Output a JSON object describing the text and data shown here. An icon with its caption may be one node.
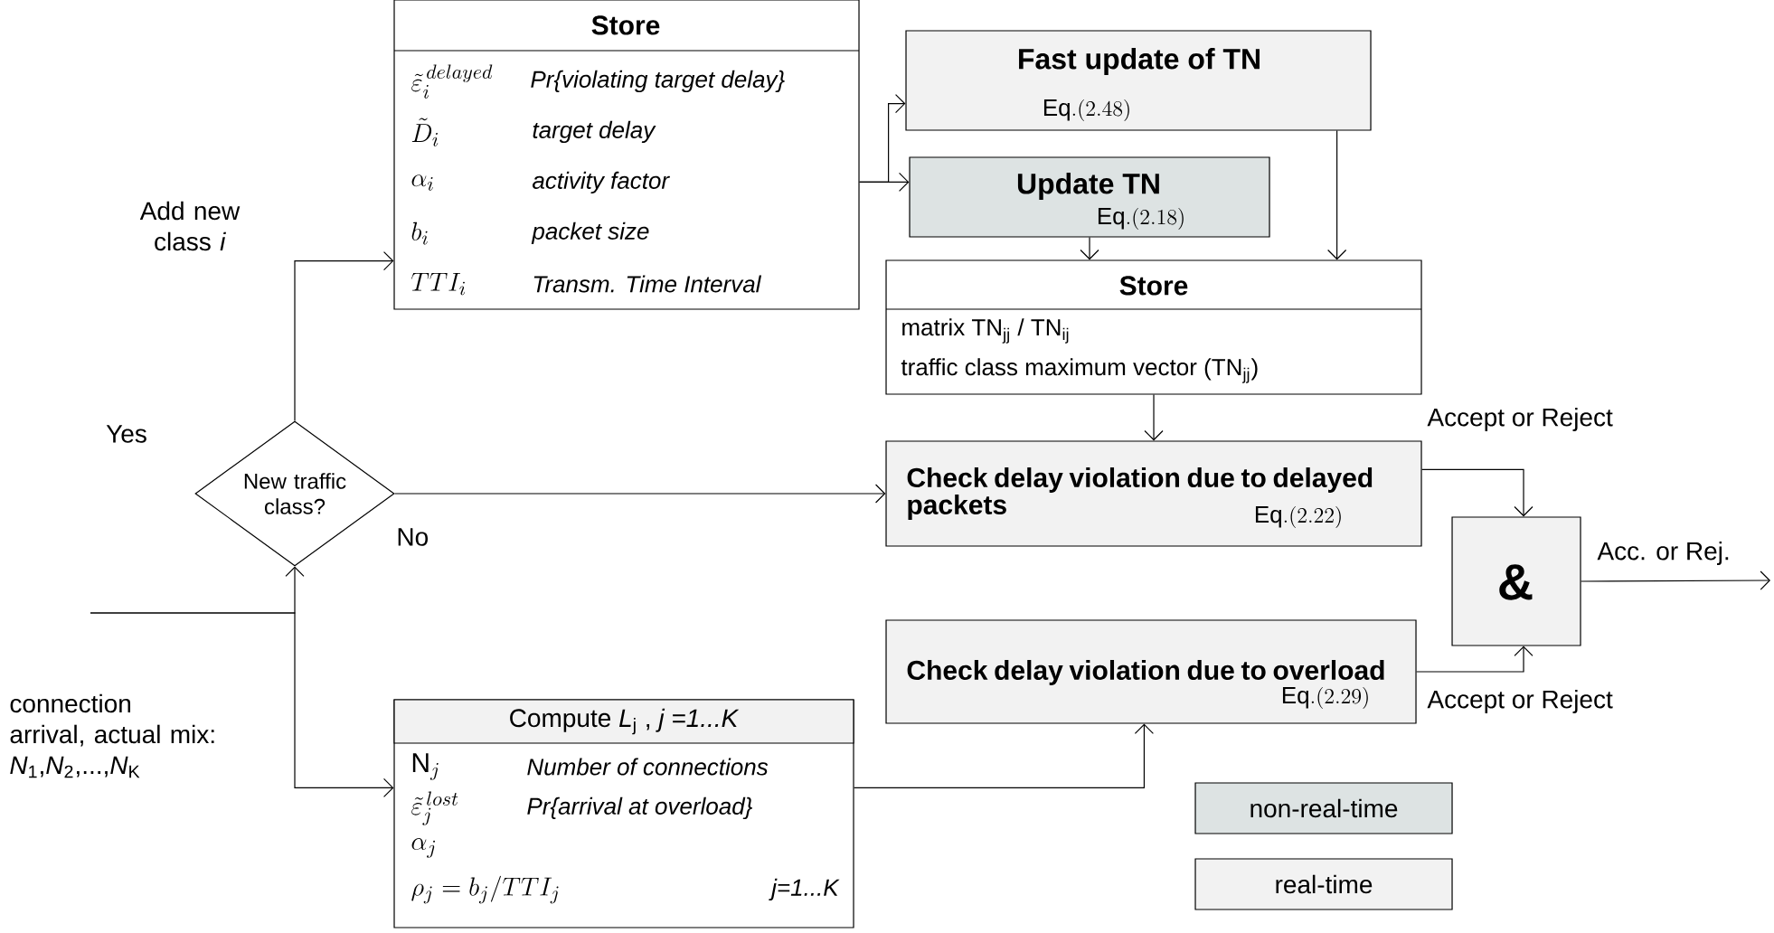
{
  "diagram": {
    "nodes": [
      {
        "text": [
          "Store",
          "\\tilde{\\varepsilon}_i^{\\,delayed}",
          "Pr{violating target delay}",
          "\\tilde{D}_i",
          "target delay",
          "\\alpha_i",
          "activity factor",
          "b_i",
          "packet size",
          "TTI_i",
          "Transm. Time Interval"
        ]
      },
      {
        "text": [
          "Fast update of TN",
          "\\mathrm{Eq.}(2.48)"
        ]
      },
      {
        "text": [
          "Update TN",
          "\\mathrm{Eq.}(2.18)"
        ]
      },
      {
        "text": [
          "Store",
          "matrix TN$_{jj}$ / TN$_{ij}$",
          "traffic class maximum vector (TN$_{jj}$)"
        ]
      },
      {
        "text": [
          "Check delay violation due to delayed packets",
          "\\mathrm{Eq.}(2.22)"
        ]
      },
      {
        "text": [
          "&"
        ]
      },
      {
        "text": [
          "Check delay violation due to overload",
          "\\mathrm{Eq.}(2.29)"
        ]
      },
      {
        "text": [
          "New traffic class?"
        ]
      },
      {
        "text": [
          "Compute *L*$_{j}$ , *j =1...K*",
          "\\mathrm{N}_j",
          "Number of connections",
          "\\tilde{\\varepsilon}_j^{\\,lost}",
          "Pr{arrival at overload}",
          "\\alpha_j",
          "\\rho_j = b_j / TTI_j",
          "j=1...K"
        ]
      }
    ],
    "edges": [
      {
        "from": null,
        "to": 7,
        "arrow": "to"
      },
      {
        "from": null,
        "to": 8,
        "arrow": "to"
      },
      {
        "from": 7,
        "to": 0,
        "arrow": "to",
        "label": "Add new class *i*"
      },
      {
        "from": 7,
        "to": 4,
        "arrow": "to",
        "label": "No"
      },
      {
        "from": 0,
        "to": 1,
        "arrow": "to"
      },
      {
        "from": 0,
        "to": 2,
        "arrow": "to"
      },
      {
        "from": 1,
        "to": 3,
        "arrow": "to"
      },
      {
        "from": 2,
        "to": 3,
        "arrow": "to"
      },
      {
        "from": 3,
        "to": 4,
        "arrow": "to"
      },
      {
        "from": 4,
        "to": 5,
        "arrow": "to",
        "label": "Accept or Reject"
      },
      {
        "from": 8,
        "to": 6,
        "arrow": "to"
      },
      {
        "from": 6,
        "to": 5,
        "arrow": "to",
        "label": "Accept or Reject"
      },
      {
        "from": 5,
        "to": null,
        "arrow": "to",
        "label": "Acc. or Rej."
      }
    ],
    "labels": [
      "Yes",
      "connection arrival, actual mix: *N*$_{1}$,*N*$_{2}$,...,*N*$_{K}$"
    ],
    "legend": [
      {
        "text": "non-real-time",
        "color": "#dde3e3"
      },
      {
        "text": "real-time",
        "color": "#f2f2f2"
      }
    ]
  }
}
